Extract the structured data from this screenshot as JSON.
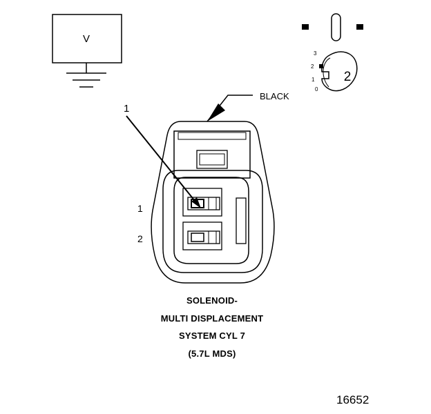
{
  "voltmeter": {
    "symbol": "V"
  },
  "connector": {
    "color_label": "BLACK",
    "callout_number": "1",
    "terminal_labels": [
      "1",
      "2"
    ]
  },
  "view_icon": {
    "scale_marks": [
      "3",
      "2",
      "1",
      "0"
    ],
    "view_number": "2"
  },
  "caption": {
    "lines": [
      "SOLENOID-",
      "MULTI DISPLACEMENT",
      "SYSTEM CYL 7",
      "(5.7L MDS)"
    ]
  },
  "figure_number": "16652"
}
